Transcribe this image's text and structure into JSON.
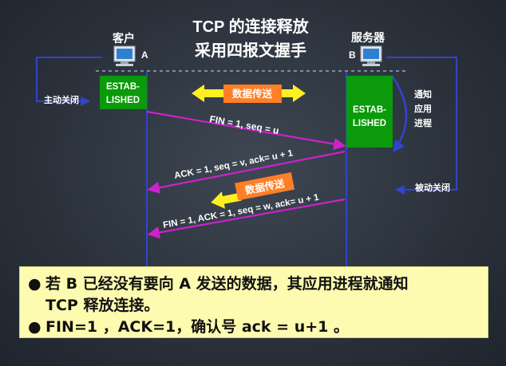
{
  "title": {
    "line1": "TCP  的连接释放",
    "line2": "采用四报文握手"
  },
  "client": {
    "label": "客户",
    "id": "A",
    "state": [
      "ESTAB-",
      "LISHED"
    ],
    "close": "主动关闭"
  },
  "server": {
    "label": "服务器",
    "id": "B",
    "state": [
      "ESTAB-",
      "LISHED"
    ],
    "close": "被动关闭",
    "notify": [
      "通知",
      "应用",
      "进程"
    ]
  },
  "data_transfer": "数据传送",
  "messages": {
    "fin_a": "FIN = 1, seq = u",
    "ack_b": "ACK = 1, seq = v, ack= u + 1",
    "fin_b": "FIN = 1, ACK = 1, seq = w, ack= u + 1"
  },
  "note": {
    "bullet": "●",
    "line1": "若  B  已经没有要向  A  发送的数据，其应用进程就通知",
    "line1b": "TCP  释放连接。",
    "line2": "FIN=1 ，ACK=1，确认号  ack = u+1 。"
  },
  "colors": {
    "green": "#0a9a0a",
    "magenta": "#cc22cc",
    "blue": "#3344cc",
    "orange": "#ff7f27",
    "yellow": "#ffee22",
    "note_bg": "#fdfbb0"
  }
}
